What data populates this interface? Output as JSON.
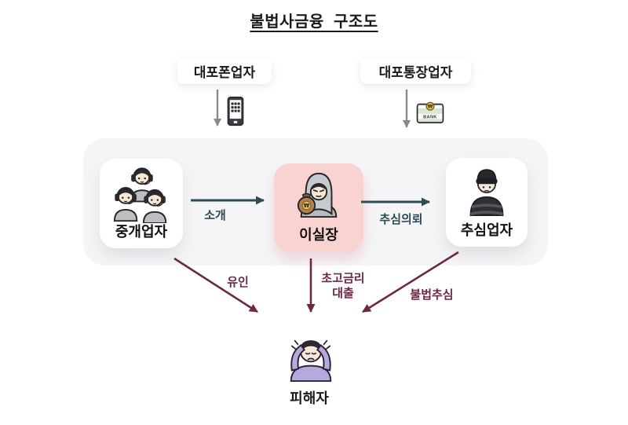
{
  "title": "불법사금융  구조도",
  "sources": [
    {
      "label": "대포폰업자",
      "icon": "burner-phone"
    },
    {
      "label": "대포통장업자",
      "icon": "bank-passbook",
      "icon_text": "BANK",
      "coin_symbol": "₩"
    }
  ],
  "actors": [
    {
      "label": "중개업자",
      "icon": "call-center-group",
      "highlighted": false
    },
    {
      "label": "이실장",
      "icon": "hooded-loan-shark",
      "highlighted": true,
      "coin_symbol": "₩"
    },
    {
      "label": "추심업자",
      "icon": "debt-collector",
      "highlighted": false
    }
  ],
  "flow_arrows": [
    {
      "from": "중개업자",
      "to": "이실장",
      "label": "소개"
    },
    {
      "from": "이실장",
      "to": "추심업자",
      "label": "추심의뢰"
    }
  ],
  "victim_arrows": [
    {
      "from": "중개업자",
      "label": "유인"
    },
    {
      "from": "이실장",
      "label": "초고금리 대출",
      "lines": [
        "초고금리",
        "대출"
      ]
    },
    {
      "from": "추심업자",
      "label": "불법추심"
    }
  ],
  "victim": {
    "label": "피해자",
    "icon": "distressed-person"
  },
  "colors": {
    "flow_arrow": "#2d4c55",
    "harm_arrow": "#6e2744",
    "source_arrow": "#8a8a8a",
    "highlight_box": "#f9d2d2",
    "panel_bg": "#f5f5f7",
    "text": "#1a1a1a"
  }
}
